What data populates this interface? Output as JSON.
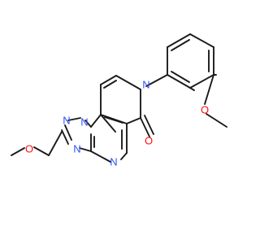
{
  "molecule": {
    "atom_labels": [
      {
        "id": "n1",
        "text": "N",
        "color": "#3050F8"
      },
      {
        "id": "n2",
        "text": "N",
        "color": "#3050F8"
      },
      {
        "id": "n3",
        "text": "N",
        "color": "#3050F8"
      },
      {
        "id": "n4",
        "text": "N",
        "color": "#3050F8"
      },
      {
        "id": "n5",
        "text": "N",
        "color": "#3050F8"
      },
      {
        "id": "o1",
        "text": "O",
        "color": "#FF0D0D"
      },
      {
        "id": "o2",
        "text": "O",
        "color": "#FF0D0D"
      },
      {
        "id": "o3",
        "text": "O",
        "color": "#FF0D0D"
      }
    ],
    "bond_color": "#1a1a1a"
  }
}
